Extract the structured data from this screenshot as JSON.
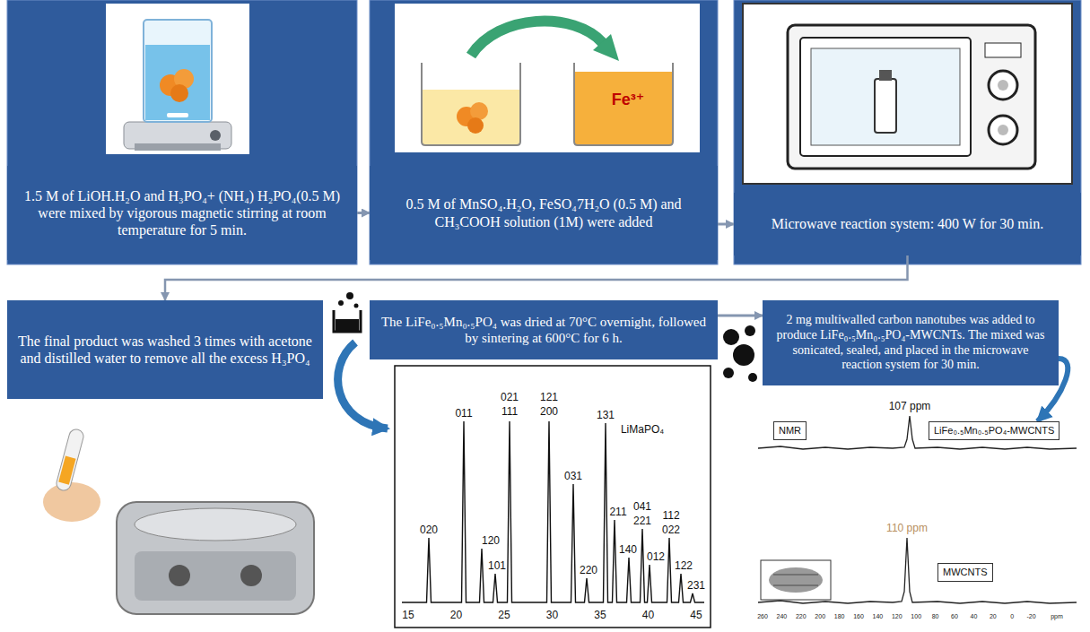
{
  "diagram": {
    "nodes": [
      {
        "text": [
          "1.5 M of LiOH.H₂O and H₃PO₄+ (NH₄) H₂PO₄(0.5 M) were mixed by vigorous magnetic stirring at room temperature for 5 min."
        ]
      },
      {
        "text": [
          "0.5 M of MnSO₄.H₂O, FeSO₄7H₂O (0.5 M) and CH₃COOH solution (1M) were added"
        ]
      },
      {
        "text": [
          "Microwave reaction system: 400 W for 30 min."
        ]
      },
      {
        "text": [
          "The final product was washed 3 times with acetone and distilled water to remove all the excess H₃PO₄"
        ]
      },
      {
        "text": [
          "The LiFe₀.₅Mn₀.₅PO₄ was dried at 70°C overnight, followed by sintering at 600°C for 6 h."
        ]
      },
      {
        "text": [
          "2 mg multiwalled carbon nanotubes was added to produce LiFe₀.₅Mn₀.₅PO₄-MWCNTs. The mixed was sonicated, sealed, and placed in the microwave reaction system for 30 min."
        ]
      },
      {
        "text": [
          "NMR"
        ]
      },
      {
        "text": [
          "LiFe₀.₅Mn₀.₅PO₄-MWCNTS"
        ]
      },
      {
        "text": [
          "MWCNTS"
        ]
      }
    ],
    "edges": [
      {
        "from": 0,
        "to": 1,
        "arrow": "to"
      },
      {
        "from": 1,
        "to": 2,
        "arrow": "to"
      },
      {
        "from": 2,
        "to": 3,
        "arrow": "to"
      },
      {
        "from": 4,
        "to": 5,
        "arrow": "to"
      },
      {
        "from": 5,
        "to": 7,
        "arrow": "to"
      }
    ],
    "labels": [
      "Fe³⁺",
      "020",
      "011",
      "120",
      "101",
      "021",
      "111",
      "121",
      "200",
      "031",
      "220",
      "131",
      "LiMaPO₄",
      "041",
      "221",
      "211",
      "140",
      "112",
      "022",
      "012",
      "122",
      "231",
      "15",
      "20",
      "25",
      "30",
      "35",
      "40",
      "45",
      "107 ppm",
      "110 ppm",
      "260",
      "240",
      "220",
      "200",
      "180",
      "160",
      "140",
      "120",
      "100",
      "80",
      "60",
      "40",
      "20",
      "0",
      "-20",
      "ppm"
    ]
  }
}
